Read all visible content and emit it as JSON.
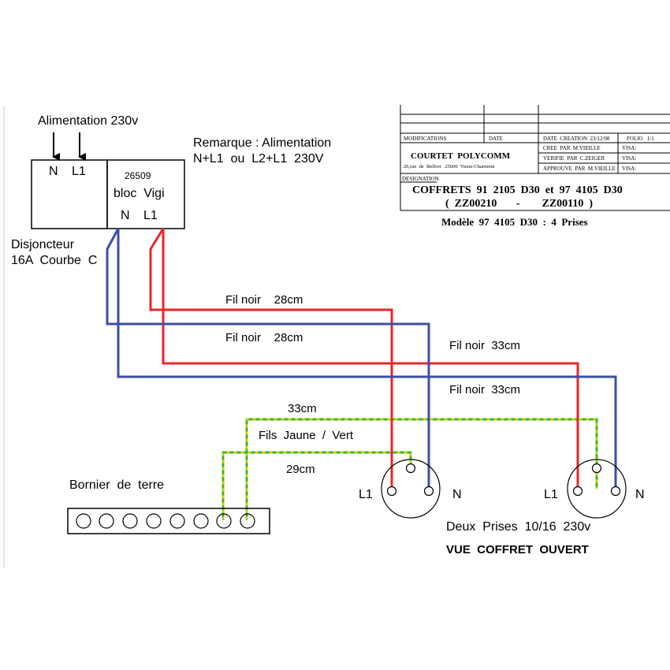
{
  "colors": {
    "phase": "#e8262a",
    "neutral": "#3c4fa8",
    "ground_yellow": "#c8d400",
    "ground_green": "#3cb23c",
    "ink": "#000000"
  },
  "supply": {
    "title": "Alimentation 230v",
    "terminal_n": "N",
    "terminal_l1": "L1"
  },
  "remark": {
    "line1": "Remarque : Alimentation",
    "line2": "N+L1  ou  L2+L1  230V"
  },
  "vigi": {
    "code": "26509",
    "name": "bloc  Vigi",
    "terminal_n": "N",
    "terminal_l1": "L1"
  },
  "breaker": {
    "line1": "Disjoncteur",
    "line2": "16A  Courbe  C"
  },
  "wires": {
    "red_28": "Fil noir    28cm",
    "blue_28": "Fil noir    28cm",
    "red_33": "Fil noir  33cm",
    "blue_33": "Fil noir  33cm",
    "ground_33": "33cm",
    "ground_label": "Fils  Jaune  /  Vert",
    "ground_29": "29cm"
  },
  "earth_block": {
    "label": "Bornier  de  terre"
  },
  "sockets": {
    "left_l1": "L1",
    "left_n": "N",
    "right_l1": "L1",
    "right_n": "N",
    "caption": "Deux  Prises  10/16  230v",
    "view": "VUE  COFFRET  OUVERT"
  },
  "title_block": {
    "modifications": "MODIFICATIONS",
    "date": "DATE",
    "date_creation": "DATE  CREATION  23/12/98",
    "folio": "FOLIO   1/1",
    "company": "COURTET  POLYCOMM",
    "address": "26,rue  de  Belfort   25600  Vieux-Charmont",
    "created_by": "CREE  PAR  M.VIEILLE",
    "verified_by": "VERIFIE  PAR  C.ZEIGER",
    "approved_by": "APPROUVE  PAR  M.VIEILLE",
    "visa1": "VISA:",
    "visa2": "VISA:",
    "visa3": "VISA:",
    "designation": "DESIGNATION",
    "line1": "COFFRETS  91  2105  D30  et  97  4105  D30",
    "line2": "(  ZZ00210       -        ZZ00110  )",
    "model": "Modèle  97  4105  D30  :  4  Prises"
  }
}
